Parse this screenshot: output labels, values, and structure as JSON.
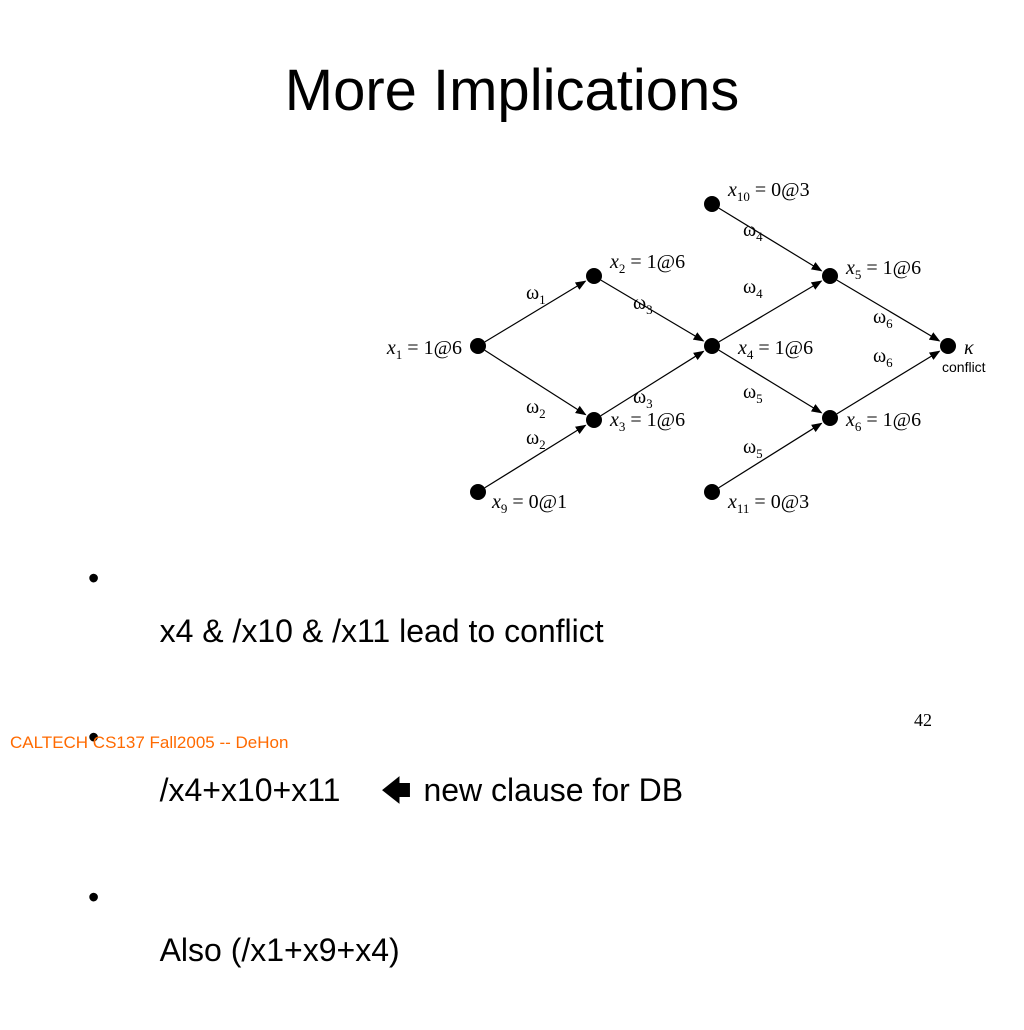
{
  "slide": {
    "title": "More Implications",
    "page_number": "42",
    "footer": "CALTECH CS137 Fall2005 -- DeHon",
    "footer_color": "#ff6a00"
  },
  "graph": {
    "nodes": [
      {
        "id": "x10",
        "var": "x",
        "sub": "10",
        "eq": " = 0@3"
      },
      {
        "id": "x2",
        "var": "x",
        "sub": "2",
        "eq": " = 1@6"
      },
      {
        "id": "x5",
        "var": "x",
        "sub": "5",
        "eq": " = 1@6"
      },
      {
        "id": "x1",
        "var": "x",
        "sub": "1",
        "eq": " = 1@6"
      },
      {
        "id": "x4",
        "var": "x",
        "sub": "4",
        "eq": " = 1@6"
      },
      {
        "id": "kappa",
        "var": "κ",
        "sub": "",
        "eq": "",
        "note": "conflict"
      },
      {
        "id": "x3",
        "var": "x",
        "sub": "3",
        "eq": " = 1@6"
      },
      {
        "id": "x6",
        "var": "x",
        "sub": "6",
        "eq": " = 1@6"
      },
      {
        "id": "x9",
        "var": "x",
        "sub": "9",
        "eq": " = 0@1"
      },
      {
        "id": "x11",
        "var": "x",
        "sub": "11",
        "eq": " = 0@3"
      }
    ],
    "edges": [
      {
        "from": "x1",
        "to": "x2",
        "label": "ω",
        "sub": "1"
      },
      {
        "from": "x1",
        "to": "x3",
        "label": "ω",
        "sub": "2"
      },
      {
        "from": "x9",
        "to": "x3",
        "label": "ω",
        "sub": "2"
      },
      {
        "from": "x2",
        "to": "x4",
        "label": "ω",
        "sub": "3"
      },
      {
        "from": "x3",
        "to": "x4",
        "label": "ω",
        "sub": "3"
      },
      {
        "from": "x10",
        "to": "x5",
        "label": "ω",
        "sub": "4"
      },
      {
        "from": "x4",
        "to": "x5",
        "label": "ω",
        "sub": "4"
      },
      {
        "from": "x4",
        "to": "x6",
        "label": "ω",
        "sub": "5"
      },
      {
        "from": "x11",
        "to": "x6",
        "label": "ω",
        "sub": "5"
      },
      {
        "from": "x5",
        "to": "kappa",
        "label": "ω",
        "sub": "6"
      },
      {
        "from": "x6",
        "to": "kappa",
        "label": "ω",
        "sub": "6"
      }
    ]
  },
  "bullets": {
    "marker": "•",
    "arrow_icon": "arrow-left-icon",
    "items": [
      {
        "text": "x4 & /x10 & /x11 lead to conflict"
      },
      {
        "text": "/x4+x10+x11",
        "after_arrow": "new clause for DB"
      },
      {
        "text": "Also (/x1+x9+x4)"
      }
    ]
  }
}
